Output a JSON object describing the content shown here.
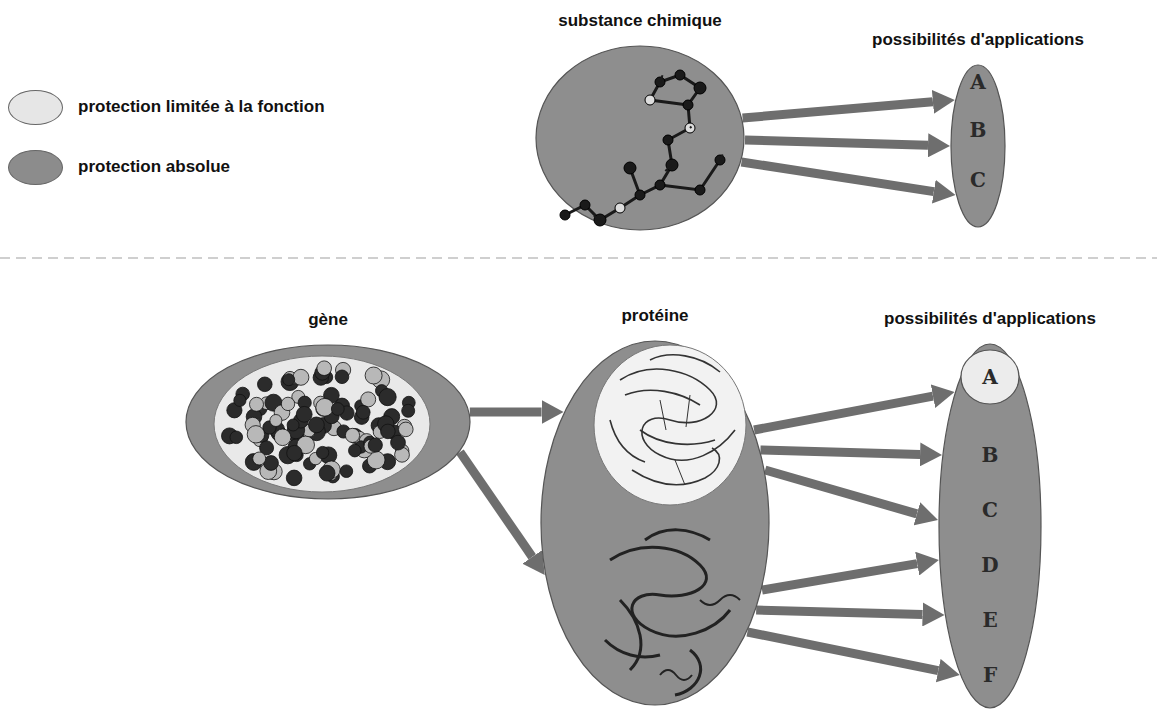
{
  "diagram": {
    "nodes": [
      {
        "text": [
          "substance chimique"
        ]
      },
      {
        "text": [
          "possibilités d'applications",
          "A",
          "B",
          "C"
        ]
      },
      {
        "text": [
          "gène"
        ]
      },
      {
        "text": [
          "protéine"
        ]
      },
      {
        "text": [
          "possibilités d'applications",
          "B",
          "C",
          "D",
          "E",
          "F"
        ]
      },
      {
        "text": [
          "A"
        ],
        "in": 4
      }
    ],
    "edges": [
      {
        "from": 0,
        "to": 1,
        "arrow": "to"
      },
      {
        "from": 0,
        "to": 1,
        "arrow": "to"
      },
      {
        "from": 0,
        "to": 1,
        "arrow": "to"
      },
      {
        "from": 2,
        "to": 3,
        "arrow": "to"
      },
      {
        "from": 2,
        "to": 3,
        "arrow": "to"
      },
      {
        "from": 3,
        "to": 4,
        "arrow": "to"
      },
      {
        "from": 3,
        "to": 4,
        "arrow": "to"
      },
      {
        "from": 3,
        "to": 4,
        "arrow": "to"
      },
      {
        "from": 3,
        "to": 4,
        "arrow": "to"
      },
      {
        "from": 3,
        "to": 4,
        "arrow": "to"
      },
      {
        "from": 3,
        "to": 4,
        "arrow": "to"
      }
    ],
    "legend": [
      {
        "text": "protection limitée à la fonction",
        "color": "#e6e6e6"
      },
      {
        "text": "protection absolue",
        "color": "#8c8c8c"
      }
    ]
  }
}
